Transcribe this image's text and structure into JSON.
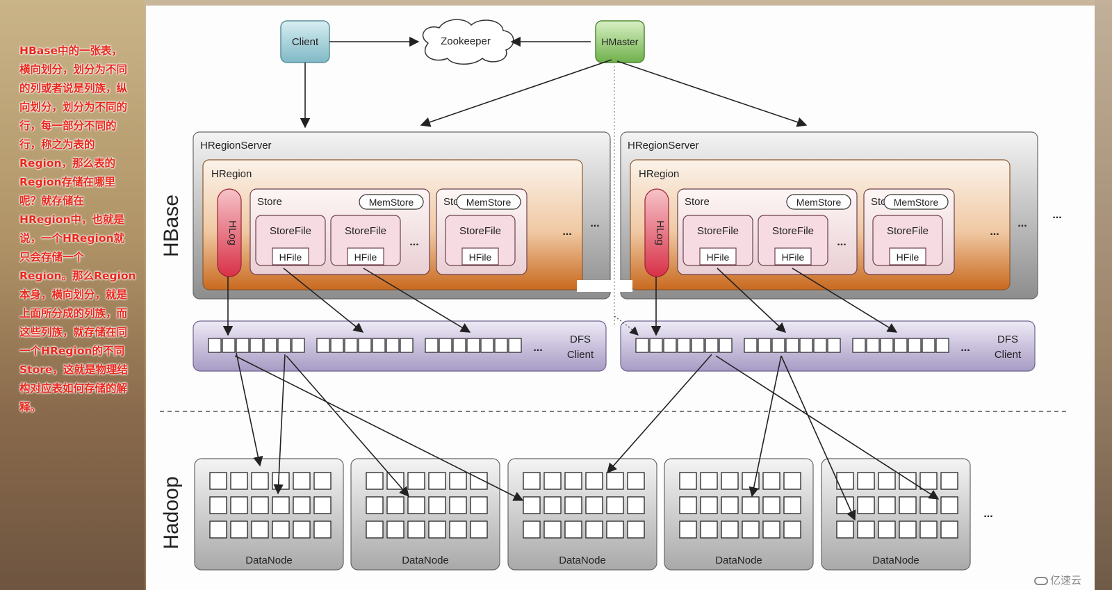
{
  "annotation": "HBase中的一张表，\n横向划分，划分为不同\n的列或者说是列族，纵\n向划分，划分为不同的\n行，每一部分不同的\n行，称之为表的\nRegion，那么表的\nRegion存储在哪里\n呢？就存储在\nHRegion中，也就是\n说，一个HRegion就\n只会存储一个\nRegion。那么Region\n本身，横向划分，就是\n上面所分成的列族，而\n这些列族，就存储在同\n一个HRegion的不同\nStore，这就是物理结\n构对应表如何存储的解\n释。",
  "top": {
    "client": "Client",
    "zookeeper": "Zookeeper",
    "hmaster": "HMaster"
  },
  "layer_labels": {
    "hbase": "HBase",
    "hadoop": "Hadoop"
  },
  "region_server": {
    "title": "HRegionServer",
    "region_title": "HRegion",
    "hlog": "HLog",
    "store": "Store",
    "memstore": "MemStore",
    "storefile": "StoreFile",
    "hfile": "HFile",
    "ellipsis": "..."
  },
  "dfs_client": {
    "line1": "DFS",
    "line2": "Client"
  },
  "datanode": "DataNode",
  "more": "...",
  "watermark": "亿速云"
}
